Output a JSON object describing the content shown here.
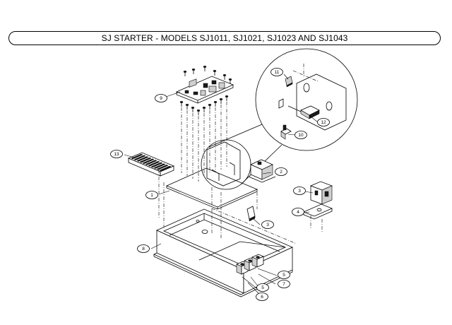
{
  "title": "SJ STARTER - MODELS SJ1011, SJ1021, SJ1023 AND SJ1043",
  "callouts": [
    {
      "id": "c1",
      "label": "1"
    },
    {
      "id": "c2",
      "label": "2"
    },
    {
      "id": "c3a",
      "label": "3"
    },
    {
      "id": "c3b",
      "label": "3"
    },
    {
      "id": "c4",
      "label": "4"
    },
    {
      "id": "c5a",
      "label": "5"
    },
    {
      "id": "c5b",
      "label": "5"
    },
    {
      "id": "c6",
      "label": "6"
    },
    {
      "id": "c7",
      "label": "7"
    },
    {
      "id": "c8",
      "label": "8"
    },
    {
      "id": "c9",
      "label": "9"
    },
    {
      "id": "c10",
      "label": "10"
    },
    {
      "id": "c11",
      "label": "11"
    },
    {
      "id": "c12",
      "label": "12"
    },
    {
      "id": "c13",
      "label": "13"
    }
  ]
}
